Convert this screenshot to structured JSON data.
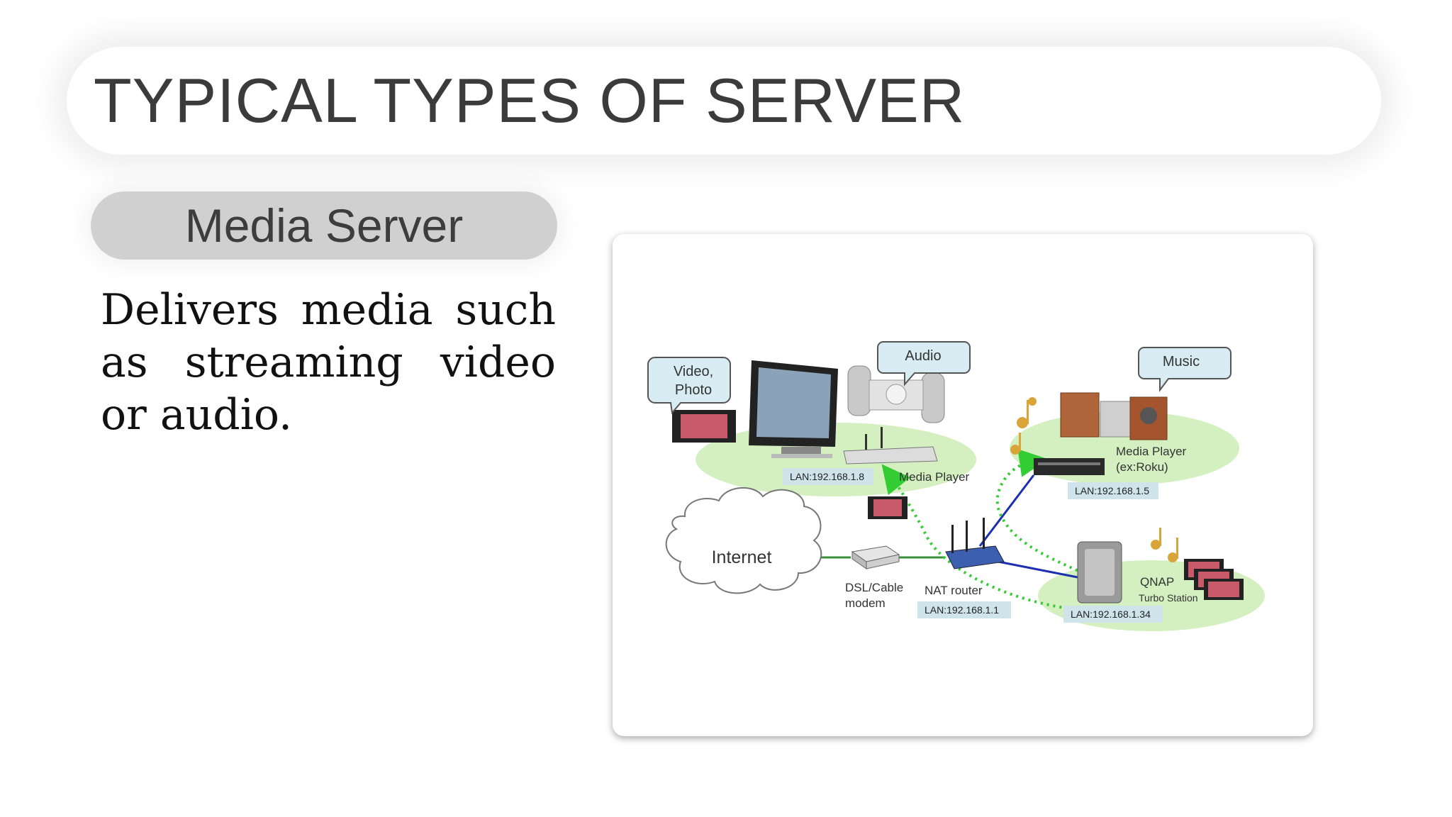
{
  "slide": {
    "title": "TYPICAL TYPES OF SERVER",
    "subtitle": "Media Server",
    "body": "Delivers media such as streaming video or audio."
  },
  "diagram": {
    "bubbles": {
      "video_photo_line1": "Video,",
      "video_photo_line2": "Photo",
      "audio": "Audio",
      "music": "Music"
    },
    "cloud": "Internet",
    "devices": {
      "media_player_left": "Media Player",
      "media_player_right_line1": "Media Player",
      "media_player_right_line2": "(ex:Roku)",
      "modem_line1": "DSL/Cable",
      "modem_line2": "modem",
      "router": "NAT router",
      "qnap_line1": "QNAP",
      "qnap_line2": "Turbo Station"
    },
    "ips": {
      "left_player": "LAN:192.168.1.8",
      "right_player": "LAN:192.168.1.5",
      "router": "LAN:192.168.1.1",
      "qnap": "LAN:192.168.1.34"
    },
    "colors": {
      "zone_green": "#d5f0c0",
      "link_blue": "#1c2fb0",
      "stream_green": "#33cc33",
      "bubble_fill": "#d8edf3",
      "ip_tag": "#cfe3ea"
    }
  }
}
